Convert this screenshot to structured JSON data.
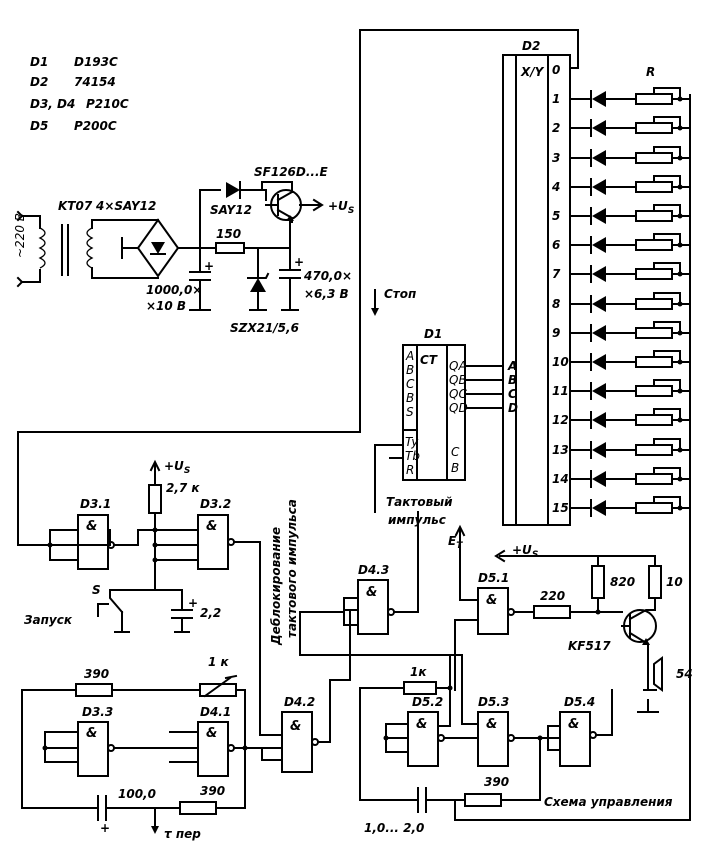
{
  "legend": [
    {
      "name": "D1",
      "part": "D193C"
    },
    {
      "name": "D2",
      "part": "74154"
    },
    {
      "name": "D3, D4",
      "part": "P210C"
    },
    {
      "name": "D5",
      "part": "P200C"
    }
  ],
  "supply": {
    "mains": "~220 B",
    "transformer": "KT07",
    "bridge": "4×SAY12",
    "diode": "SAY12",
    "transistor": "SF126D...E",
    "out": "+U",
    "out_sub": "S",
    "resistor": "150",
    "cap1_a": "1000,0×",
    "cap1_b": "×10 B",
    "cap2_a": "470,0×",
    "cap2_b": "×6,3 B",
    "zener": "SZX21/5,6"
  },
  "stop_label": "Стоп",
  "d1": {
    "name": "D1",
    "title": "CT",
    "in_pins": [
      "A",
      "B",
      "C",
      "B",
      "S"
    ],
    "low_pins": [
      "Ty",
      "Tb",
      "R"
    ],
    "out_pins": [
      "QA",
      "QB",
      "QC",
      "QD"
    ],
    "low_right": [
      "C",
      "B"
    ]
  },
  "d2": {
    "name": "D2",
    "title": "X/Y",
    "inputs": [
      "A",
      "B",
      "C",
      "D"
    ],
    "outputs": [
      "0",
      "1",
      "2",
      "3",
      "4",
      "5",
      "6",
      "7",
      "8",
      "9",
      "10",
      "11",
      "12",
      "13",
      "14",
      "15"
    ]
  },
  "r_label": "R",
  "clock_label_1": "Тактовый",
  "clock_label_2": "импульс",
  "unblock_label_1": "Деблокирование",
  "unblock_label_2": "тактового импульса",
  "start": {
    "supply": "+U",
    "supply_sub": "S",
    "resistor": "2,7 к",
    "switch": "S",
    "cap": "2,2",
    "label": "Запуск"
  },
  "gates": {
    "d31": "D3.1",
    "d32": "D3.2",
    "d33": "D3.3",
    "d41": "D4.1",
    "d42": "D4.2",
    "d43": "D4.3",
    "d51": "D5.1",
    "d52": "D5.2",
    "d53": "D5.3",
    "d54": "D5.4",
    "and_symbol": "&"
  },
  "osc": {
    "r1": "390",
    "r2": "1 к",
    "r3": "390",
    "cap": "100,0",
    "out": "τ пер"
  },
  "ctrl": {
    "et": "E",
    "et_sub": "T",
    "r1": "1к",
    "r2": "390",
    "cap": "1,0... 2,0",
    "label": "Схема управления"
  },
  "output": {
    "supply": "+U",
    "supply_sub": "S",
    "r1": "220",
    "r2": "820",
    "r3": "10",
    "transistor": "KF517",
    "speaker": "54"
  }
}
